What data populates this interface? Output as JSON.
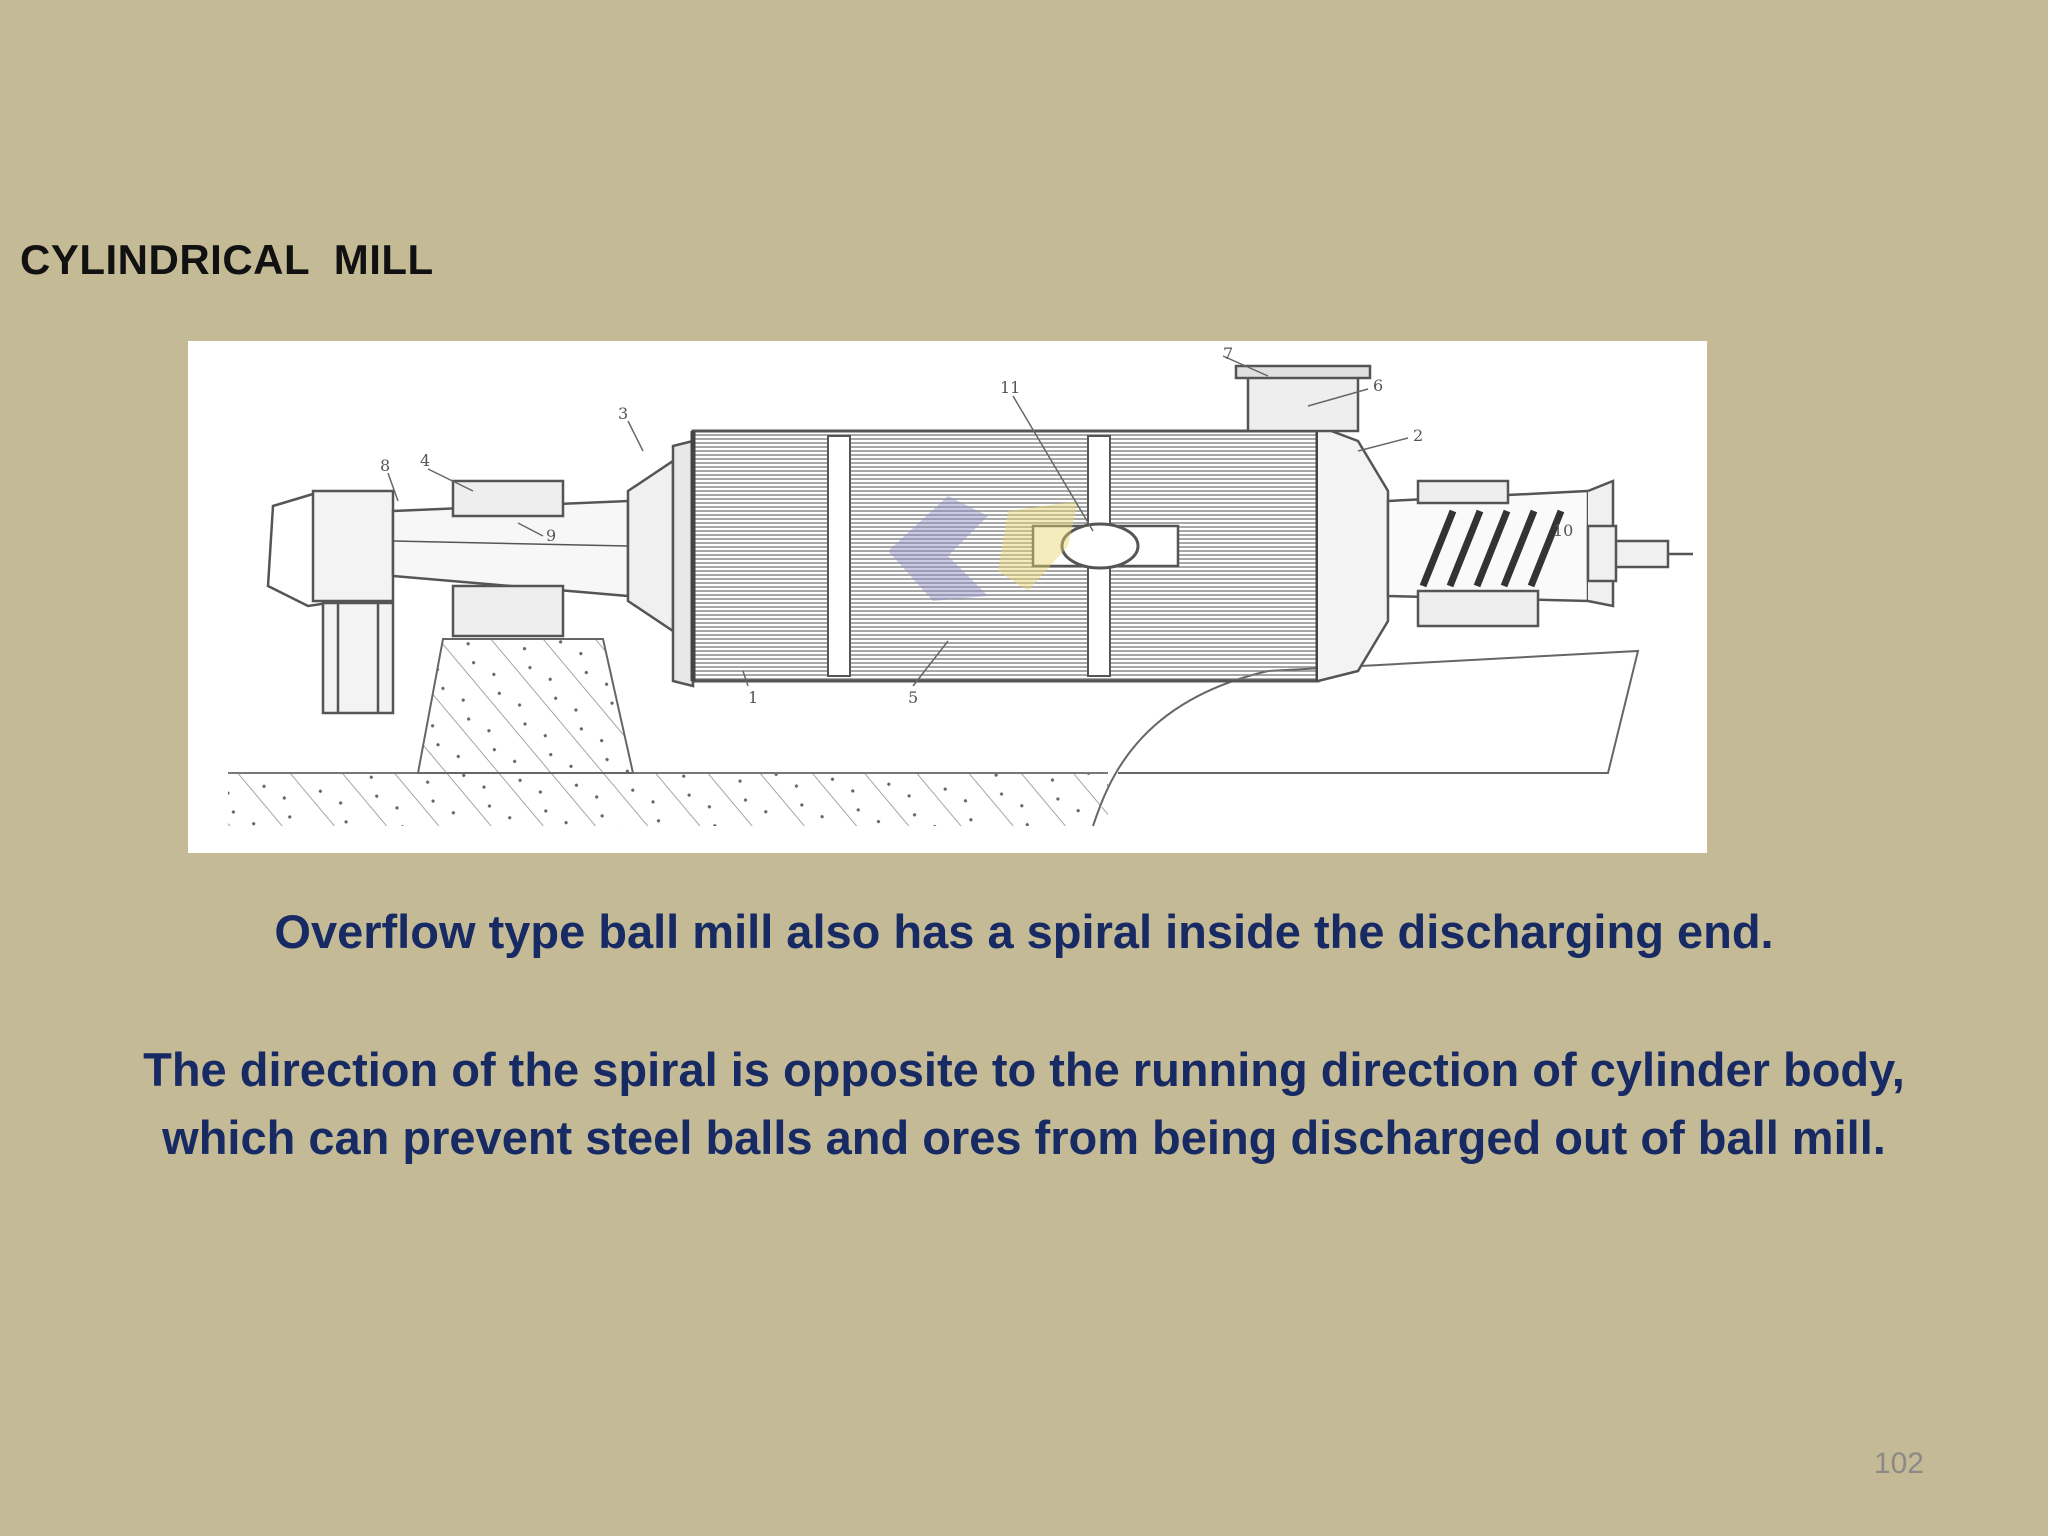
{
  "slide": {
    "title": "CYLINDRICAL  MILL",
    "paragraph_1": "Overflow type ball mill also has a spiral inside the discharging end.",
    "paragraph_2_line_1": "The direction of the spiral is opposite to the running direction of cylinder body,",
    "paragraph_2_line_2": "which can prevent steel balls and ores from being discharged out of ball mill.",
    "page_number": "102"
  },
  "figure": {
    "part_labels": [
      "7",
      "6",
      "2",
      "11",
      "3",
      "8",
      "4",
      "9",
      "10",
      "1",
      "5"
    ]
  },
  "colors": {
    "background": "#c4bb96",
    "caption_text": "#172a63",
    "title_text": "#111111",
    "page_number_text": "#8c8a86"
  }
}
